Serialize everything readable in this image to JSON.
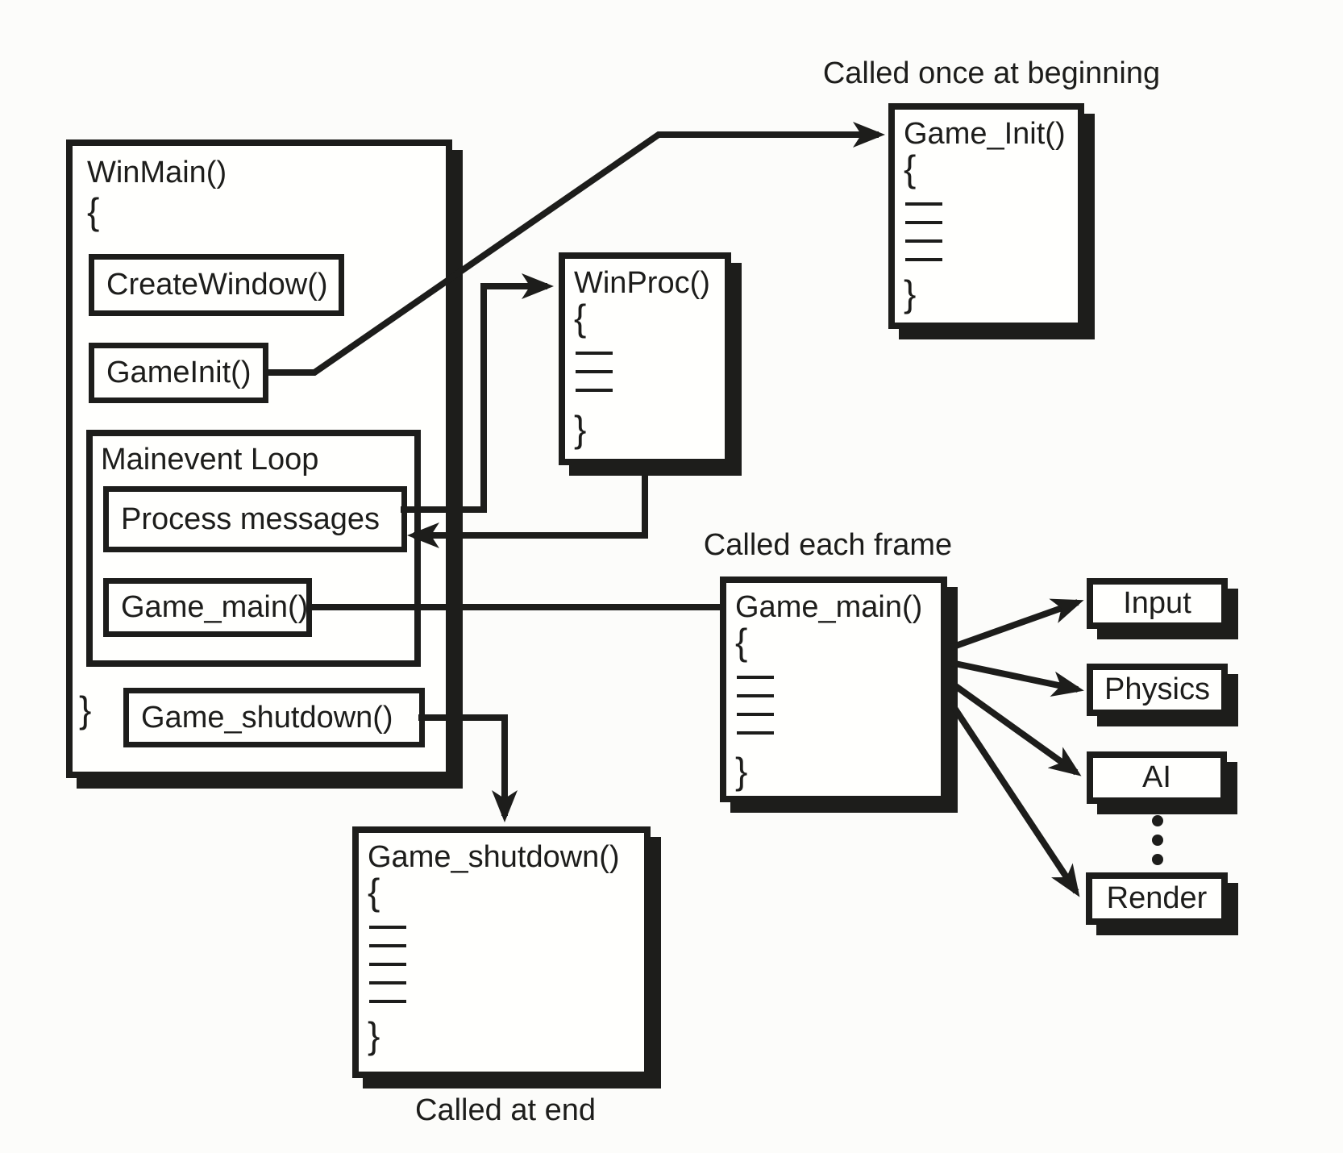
{
  "colors": {
    "ink": "#1d1d1b",
    "paper": "#fcfcfa",
    "box_fill": "#fffffd"
  },
  "annotations": {
    "once": "Called once at beginning",
    "frame": "Called each frame",
    "end": "Called at end"
  },
  "winmain": {
    "title": "WinMain()",
    "open_brace": "{",
    "close_brace": "}",
    "create_window_label": "CreateWindow()",
    "game_init_label": "GameInit()",
    "mainevent_label": "Mainevent Loop",
    "process_messages_label": "Process messages",
    "game_main_label": "Game_main()",
    "game_shutdown_label": "Game_shutdown()"
  },
  "callouts": {
    "game_init": {
      "title": "Game_Init()",
      "open_brace": "{",
      "close_brace": "}",
      "body_lines": 4
    },
    "winproc": {
      "title": "WinProc()",
      "open_brace": "{",
      "close_brace": "}",
      "body_lines": 3
    },
    "game_main": {
      "title": "Game_main()",
      "open_brace": "{",
      "close_brace": "}",
      "body_lines": 4
    },
    "game_shutdown": {
      "title": "Game_shutdown()",
      "open_brace": "{",
      "close_brace": "}",
      "body_lines": 5
    }
  },
  "subsystems": [
    {
      "label": "Input"
    },
    {
      "label": "Physics"
    },
    {
      "label": "AI"
    },
    {
      "label": "Render"
    }
  ],
  "ellipsis_dots": 3
}
